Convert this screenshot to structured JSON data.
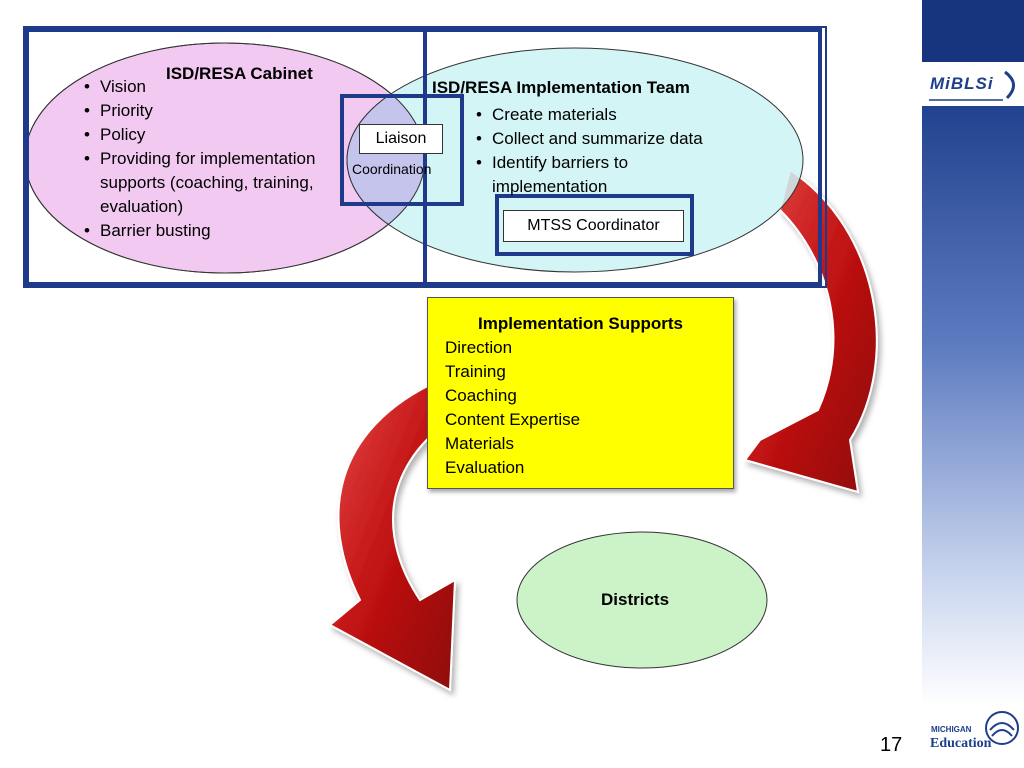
{
  "cabinet": {
    "title": "ISD/RESA Cabinet",
    "items": [
      "Vision",
      "Priority",
      "Policy",
      "Providing for implementation",
      "supports (coaching, training,",
      "evaluation)",
      "Barrier busting"
    ]
  },
  "team": {
    "title": "ISD/RESA Implementation Team",
    "items": [
      "Create materials",
      "Collect and summarize data",
      "Identify barriers to",
      "implementation"
    ]
  },
  "liaison": {
    "label": "Liaison",
    "sublabel": "Coordination"
  },
  "mtss": {
    "label": "MTSS Coordinator"
  },
  "supports": {
    "title": "Implementation Supports",
    "items": [
      "Direction",
      "Training",
      "Coaching",
      "Content Expertise",
      "Materials",
      "Evaluation"
    ]
  },
  "districts": {
    "label": "Districts"
  },
  "logo_top": {
    "text": "MiBLSi"
  },
  "logo_bottom": {
    "michigan": "MICHIGAN",
    "education": "Education"
  },
  "page_number": "17",
  "colors": {
    "cabinet_fill": "#f2c9f0",
    "team_fill": "#cdf3f3",
    "supports_fill": "#ffff00",
    "districts_fill": "#ccf2c8",
    "arrow": "#cc1a1a",
    "frame": "#1f3a8a"
  }
}
